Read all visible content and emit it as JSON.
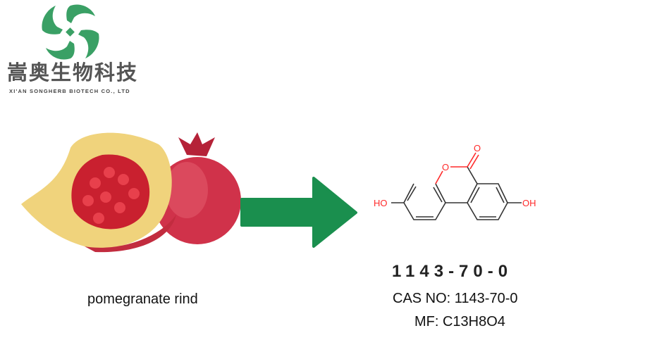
{
  "logo": {
    "chinese_name": "嵩奥生物科技",
    "english_name": "XI'AN SONGHERB BIOTECH CO., LTD"
  },
  "fruit": {
    "label": "pomegranate rind"
  },
  "compound": {
    "cas_heading": "1143-70-0",
    "cas_line": "CAS  NO: 1143-70-0",
    "mf_line": "MF: C13H8O4",
    "atom_labels": {
      "ho_left": "HO",
      "oh_right": "OH",
      "ring_o": "O",
      "carbonyl_o": "O"
    }
  },
  "colors": {
    "brand_green": "#3aa065",
    "arrow_green": "#1a8f4e",
    "atom_red": "#ff2a2a"
  }
}
